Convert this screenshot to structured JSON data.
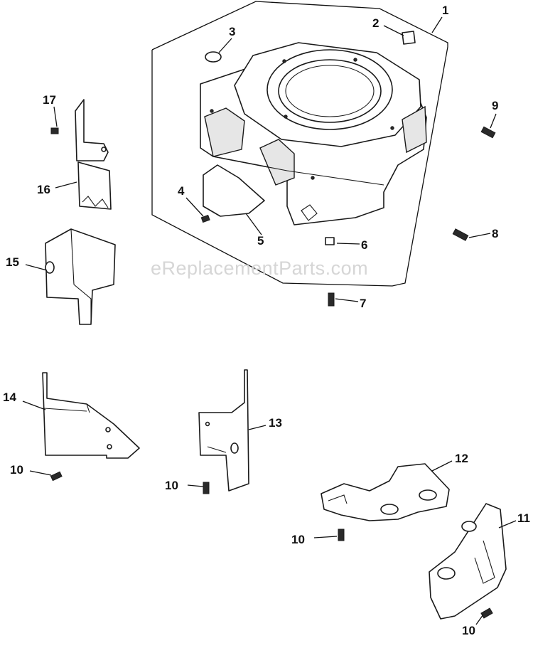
{
  "watermark": "eReplacementParts.com",
  "callouts": {
    "c1": "1",
    "c2": "2",
    "c3": "3",
    "c4": "4",
    "c5": "5",
    "c6": "6",
    "c7": "7",
    "c8": "8",
    "c9": "9",
    "c10a": "10",
    "c10b": "10",
    "c10c": "10",
    "c10d": "10",
    "c11": "11",
    "c12": "12",
    "c13": "13",
    "c14": "14",
    "c15": "15",
    "c16": "16",
    "c17": "17"
  }
}
